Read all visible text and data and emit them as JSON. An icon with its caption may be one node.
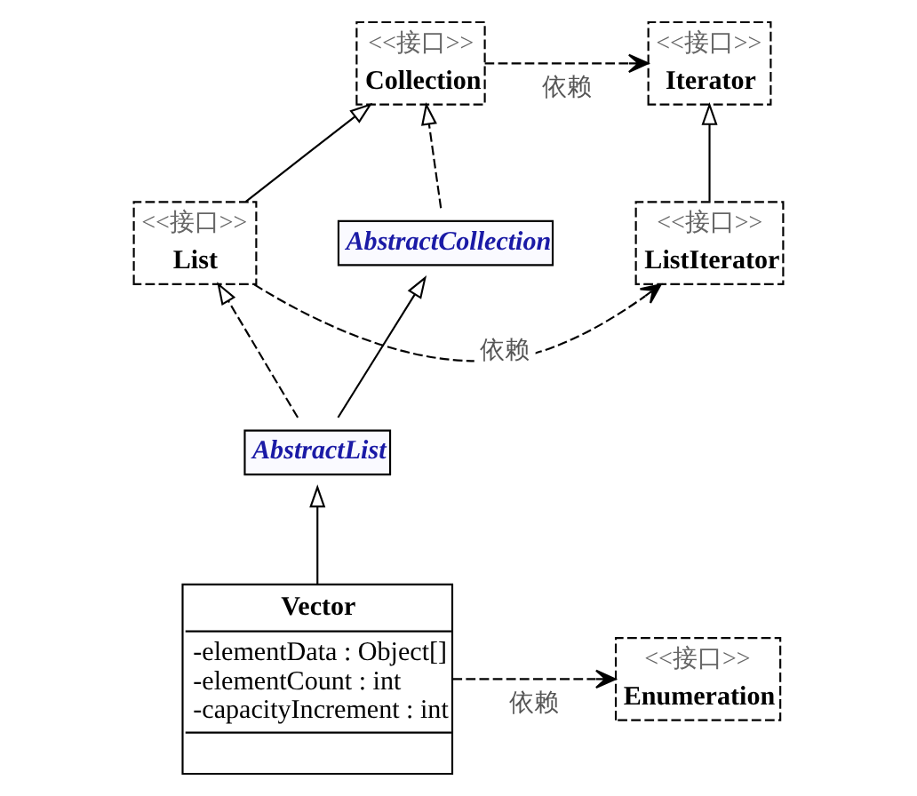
{
  "diagram": {
    "nodes": [
      {
        "text": [
          "<<接口>>",
          "Iterator"
        ]
      },
      {
        "text": [
          "<<接口>>",
          "Collection"
        ]
      },
      {
        "text": [
          "<<接口>>",
          "ListIterator"
        ]
      },
      {
        "text": [
          "<<接口>>",
          "List"
        ]
      },
      {
        "text": [
          "AbstractCollection"
        ]
      },
      {
        "text": [
          "AbstractList"
        ]
      },
      {
        "text": [
          "Vector",
          "-elementData : Object[]",
          "-elementCount : int",
          "-capacityIncrement : int"
        ]
      },
      {
        "text": [
          "<<接口>>",
          "Enumeration"
        ]
      }
    ],
    "edges": [
      {
        "from": 1,
        "to": 0,
        "arrow": "to",
        "style": "dashed",
        "label": "依赖"
      },
      {
        "from": 2,
        "to": 0,
        "arrow": "to"
      },
      {
        "from": 3,
        "to": 1,
        "arrow": "to"
      },
      {
        "from": 3,
        "to": 2,
        "arrow": "to",
        "style": "dashed",
        "label": "依赖"
      },
      {
        "from": 4,
        "to": 1,
        "arrow": "to",
        "style": "dashed"
      },
      {
        "from": 5,
        "to": 3,
        "arrow": "to",
        "style": "dashed"
      },
      {
        "from": 5,
        "to": 4,
        "arrow": "to"
      },
      {
        "from": 6,
        "to": 5,
        "arrow": "to"
      },
      {
        "from": 6,
        "to": 7,
        "arrow": "to",
        "style": "dashed",
        "label": "依赖"
      }
    ]
  }
}
